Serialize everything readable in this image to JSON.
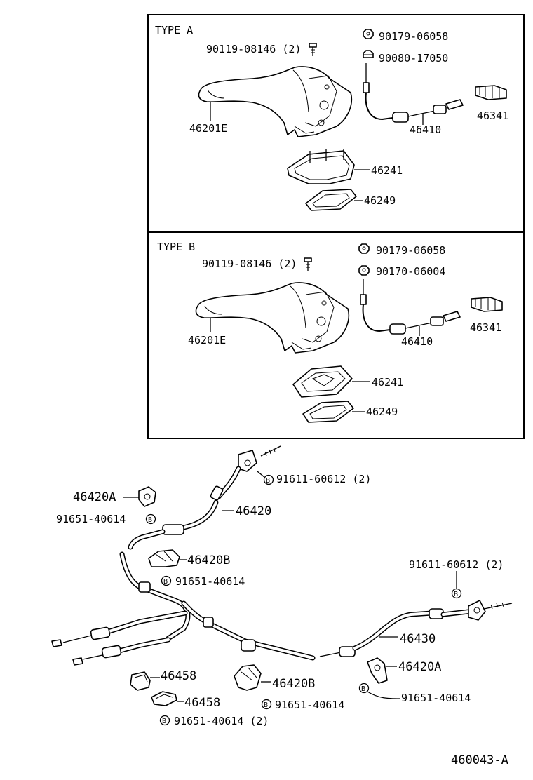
{
  "type_a": {
    "title": "TYPE  A",
    "labels": {
      "bolt": "90119-08146 (2)",
      "nut1": "90179-06058",
      "nut2": "90080-17050",
      "lever": "46201E",
      "cable": "46410",
      "clip": "46341",
      "cover": "46241",
      "boot": "46249"
    }
  },
  "type_b": {
    "title": "TYPE  B",
    "labels": {
      "bolt": "90119-08146 (2)",
      "nut1": "90179-06058",
      "nut2": "90170-06004",
      "lever": "46201E",
      "cable": "46410",
      "clip": "46341",
      "cover": "46241",
      "boot": "46249"
    }
  },
  "lower": {
    "labels": {
      "bracket_a_left": "46420A",
      "bolt_left": "91651-40614",
      "bolt_top": "91611-60612 (2)",
      "cable_left": "46420",
      "clamp_b_top": "46420B",
      "bolt_mid": "91651-40614",
      "bolt_right": "91611-60612 (2)",
      "cable_right": "46430",
      "bracket_a_right": "46420A",
      "bolt_right_low": "91651-40614",
      "clip_458_1": "46458",
      "clip_458_2": "46458",
      "clamp_b_low": "46420B",
      "bolt_low_mid": "91651-40614",
      "bolt_low_left": "91651-40614 (2)"
    },
    "bolt_badge": "B"
  },
  "diagram_id": "460043-A"
}
